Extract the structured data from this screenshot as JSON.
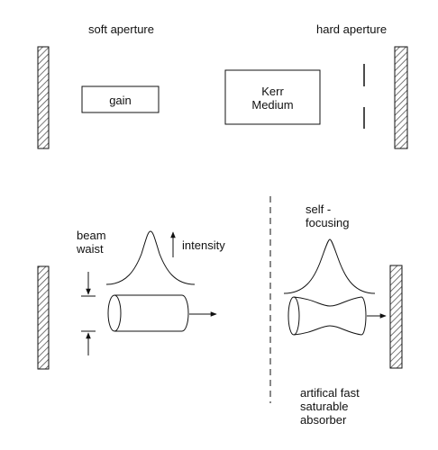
{
  "labels": {
    "soft_aperture": "soft aperture",
    "hard_aperture": "hard aperture",
    "gain": "gain",
    "kerr_line1": "Kerr",
    "kerr_line2": "Medium",
    "beam_waist_line1": "beam",
    "beam_waist_line2": "waist",
    "intensity": "intensity",
    "self_focusing_line1": "self -",
    "self_focusing_line2": "focusing",
    "absorber_line1": "artifical fast",
    "absorber_line2": "saturable",
    "absorber_line3": "absorber"
  },
  "colors": {
    "ink": "#111111",
    "hatch": "#555555",
    "background": "#ffffff"
  }
}
